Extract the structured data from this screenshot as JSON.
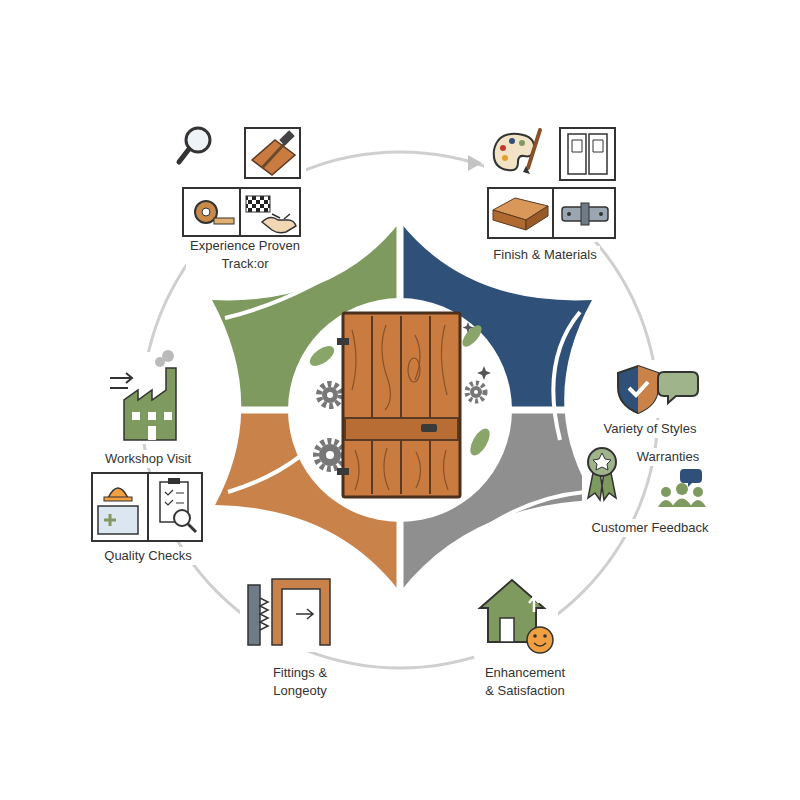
{
  "diagram": {
    "labels": [
      "Experience Proven Track:or",
      "Finish & Materials",
      "Variety of Styles",
      "Warranties",
      "Customer Feedback",
      "Enhancement & Satisfaction",
      "Fittings & Longeoty",
      "Quality Checks",
      "Workshop Visit"
    ]
  }
}
